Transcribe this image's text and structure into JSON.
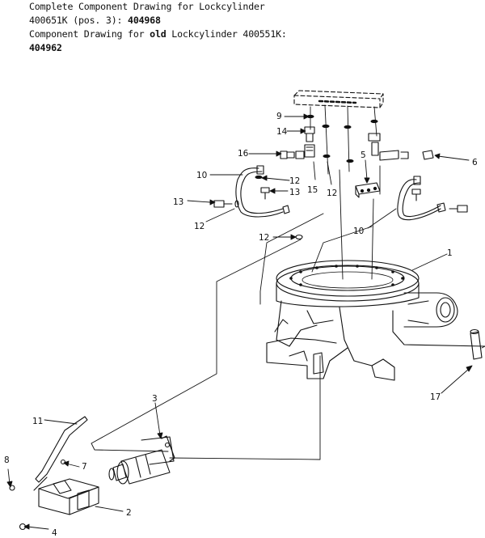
{
  "header": {
    "line1": "Complete Component Drawing for Lockcylinder",
    "line2_prefix": "400651K (pos. 3): ",
    "line2_number": "404968",
    "line3_prefix": "Component Drawing for ",
    "line3_bold": "old",
    "line3_suffix": " Lockcylinder 400551K:",
    "line4_number": "404962"
  },
  "callouts": [
    "1",
    "2",
    "3",
    "4",
    "5",
    "6",
    "7",
    "8",
    "9",
    "10",
    "10",
    "11",
    "12",
    "12",
    "12",
    "12",
    "13",
    "13",
    "14",
    "15",
    "16",
    "17"
  ]
}
